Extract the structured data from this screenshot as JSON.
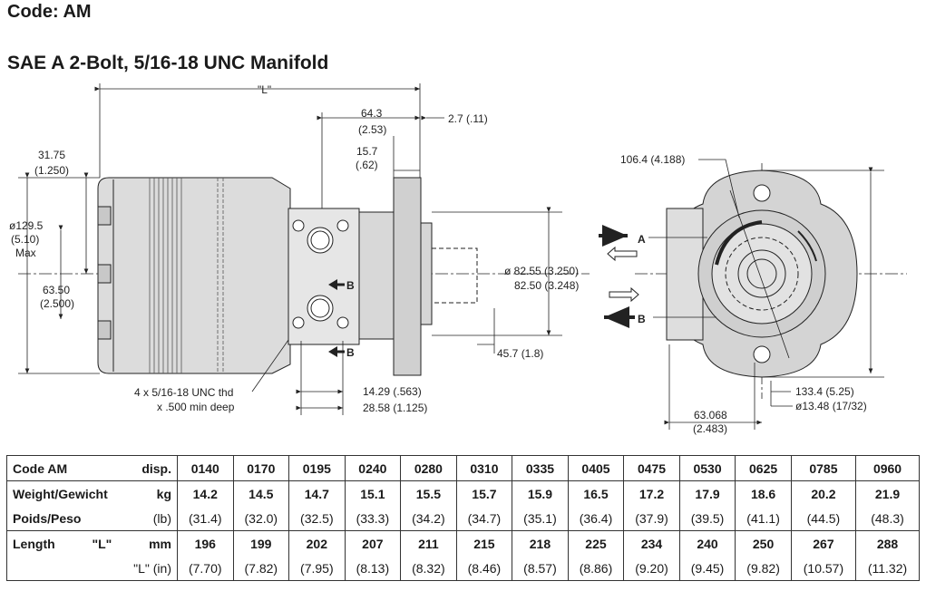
{
  "header": {
    "code_title": "Code: AM",
    "subtitle": "SAE A 2-Bolt, 5/16-18 UNC Manifold"
  },
  "drawing": {
    "dim_L": "\"L\"",
    "dim_64": "64.3",
    "dim_64_in": "(2.53)",
    "dim_2_7": "2.7 (.11)",
    "dim_15_7": "15.7",
    "dim_15_7_in": "(.62)",
    "dim_31_75": "31.75",
    "dim_31_75_in": "(1.250)",
    "dim_129": "ø129.5",
    "dim_129_in": "(5.10)",
    "dim_129_max": "Max",
    "dim_63_5": "63.50",
    "dim_63_5_in": "(2.500)",
    "dim_82_55": "ø 82.55 (3.250)",
    "dim_82_50": "82.50 (3.248)",
    "dim_45_7": "45.7 (1.8)",
    "dim_14_29": "14.29 (.563)",
    "dim_28_58": "28.58 (1.125)",
    "thread_note_1": "4 x 5/16-18 UNC thd",
    "thread_note_2": "x .500 min deep",
    "section_b": "B",
    "port_a": "A",
    "port_b": "B",
    "dim_106": "106.4 (4.188)",
    "dim_133": "133.4 (5.25)",
    "dim_13_48": "ø13.48 (17/32)",
    "dim_63_068": "63.068",
    "dim_63_068_in": "(2.483)"
  },
  "table": {
    "code_label": "Code AM",
    "disp_label": "disp.",
    "disp": [
      "0140",
      "0170",
      "0195",
      "0240",
      "0280",
      "0310",
      "0335",
      "0405",
      "0475",
      "0530",
      "0625",
      "0785",
      "0960"
    ],
    "weight_label": "Weight/Gewicht",
    "weight_unit": "kg",
    "weight_kg": [
      "14.2",
      "14.5",
      "14.7",
      "15.1",
      "15.5",
      "15.7",
      "15.9",
      "16.5",
      "17.2",
      "17.9",
      "18.6",
      "20.2",
      "21.9"
    ],
    "poids_label": "Poids/Peso",
    "poids_unit": "(lb)",
    "weight_lb": [
      "(31.4)",
      "(32.0)",
      "(32.5)",
      "(33.3)",
      "(34.2)",
      "(34.7)",
      "(35.1)",
      "(36.4)",
      "(37.9)",
      "(39.5)",
      "(41.1)",
      "(44.5)",
      "(48.3)"
    ],
    "length_label": "Length",
    "length_L_label": "\"L\"",
    "length_unit": "mm",
    "length_mm": [
      "196",
      "199",
      "202",
      "207",
      "211",
      "215",
      "218",
      "225",
      "234",
      "240",
      "250",
      "267",
      "288"
    ],
    "length_in_label": "\"L\" (in)",
    "length_in": [
      "(7.70)",
      "(7.82)",
      "(7.95)",
      "(8.13)",
      "(8.32)",
      "(8.46)",
      "(8.57)",
      "(8.86)",
      "(9.20)",
      "(9.45)",
      "(9.82)",
      "(10.57)",
      "(11.32)"
    ]
  }
}
